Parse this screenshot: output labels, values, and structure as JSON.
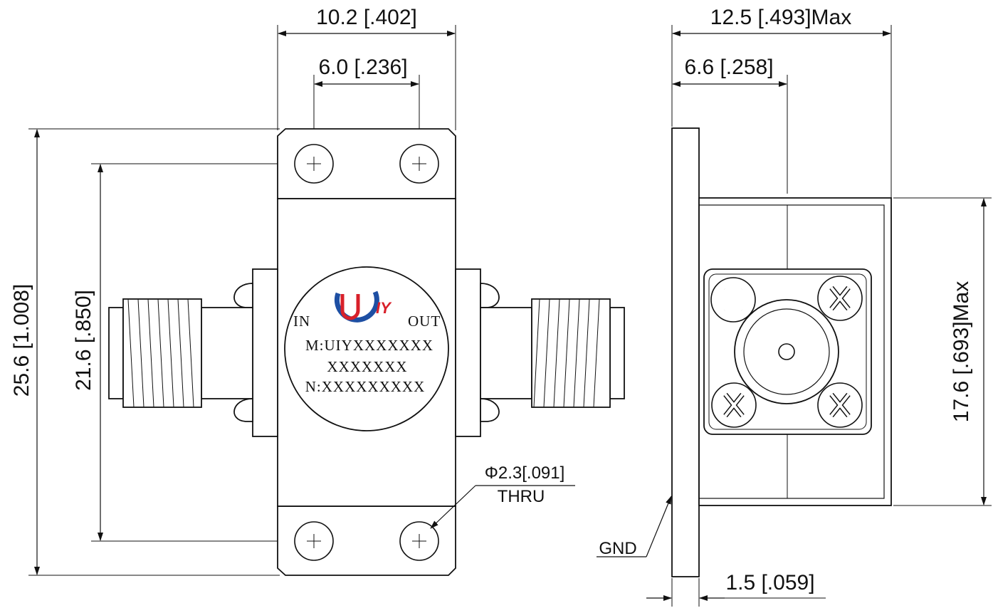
{
  "front_view": {
    "overall_width": "10.2 [.402]",
    "hole_spacing_x": "6.0 [.236]",
    "overall_height": "25.6 [1.008]",
    "hole_spacing_y": "21.6 [.850]",
    "hole_spec_line1": "Φ2.3[.091]",
    "hole_spec_line2": "THRU",
    "port_in": "IN",
    "port_out": "OUT",
    "label_model": "M:UIYXXXXXXX",
    "label_model_cont": "XXXXXXX",
    "label_serial": "N:XXXXXXXXX",
    "logo_text": "UIY"
  },
  "side_view": {
    "overall_width": "12.5 [.493]Max",
    "connector_offset": "6.6 [.258]",
    "body_height": "17.6 [.693]Max",
    "flange_thickness": "1.5 [.059]",
    "gnd_label": "GND"
  },
  "colors": {
    "line": "#111111",
    "logo_blue": "#1e4fa3",
    "logo_red": "#d8202a"
  }
}
